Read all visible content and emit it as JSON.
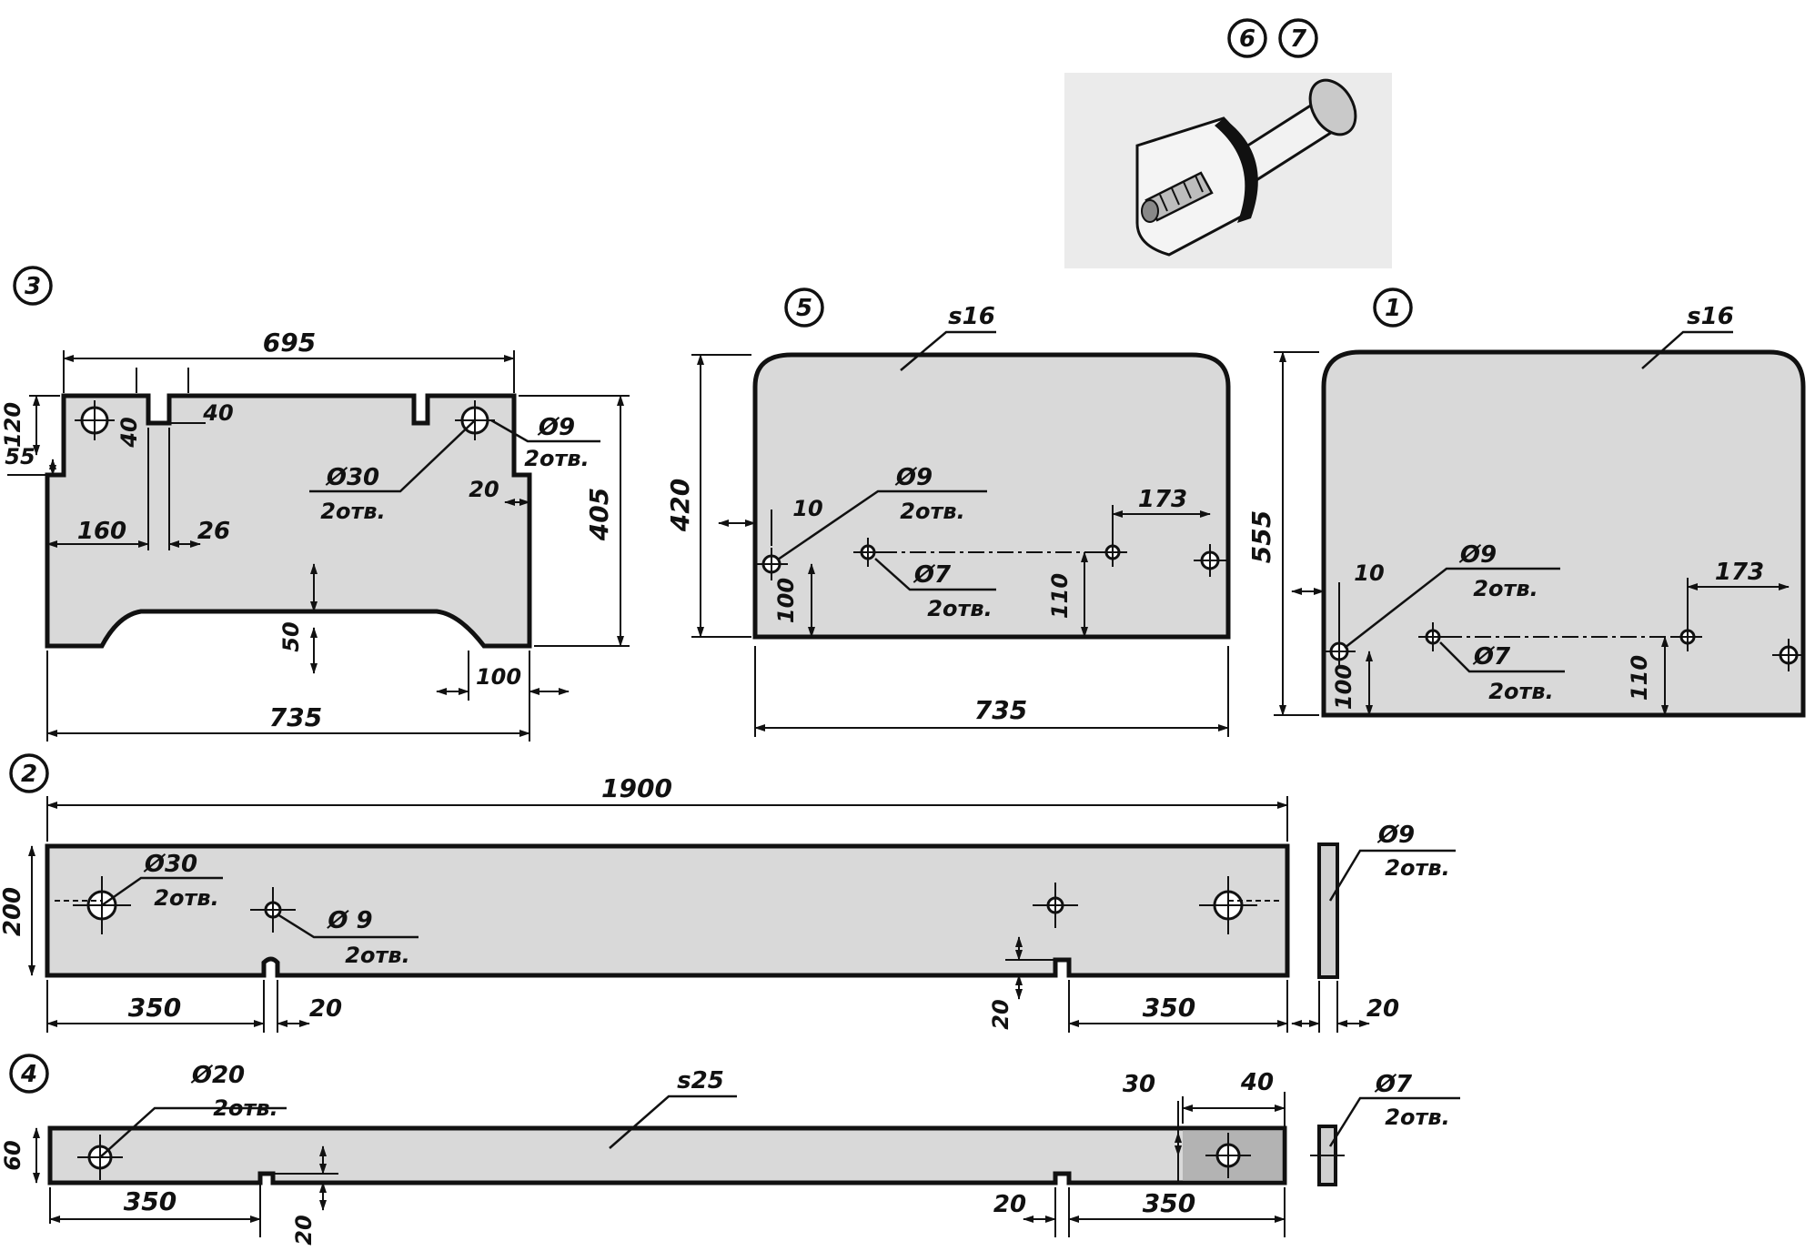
{
  "parts": {
    "p1": "1",
    "p2": "2",
    "p3": "3",
    "p4": "4",
    "p5": "5",
    "p6": "6",
    "p7": "7"
  },
  "dims": {
    "part3": {
      "top_width": "695",
      "bottom_width": "735",
      "height": "405",
      "left_top": "120",
      "left_step": "55",
      "slot_depth": "40",
      "slot_depth_v": "40",
      "hole_offset": "160",
      "slot_width": "26",
      "side_step": "20",
      "arch_height": "50",
      "foot_width": "100",
      "hole_big": "Ø30",
      "hole_big_count": "2отв.",
      "hole_small": "Ø9",
      "hole_small_count": "2отв."
    },
    "part5": {
      "thickness": "s16",
      "height": "420",
      "width": "735",
      "edge": "10",
      "hole_a": "Ø9",
      "hole_a_count": "2отв.",
      "hole_b": "Ø7",
      "hole_b_count": "2отв.",
      "hole_y": "100",
      "hole_y2": "110",
      "right_offset": "173"
    },
    "part1": {
      "thickness": "s16",
      "height": "555",
      "edge": "10",
      "hole_a": "Ø9",
      "hole_a_count": "2отв.",
      "hole_b": "Ø7",
      "hole_b_count": "2отв.",
      "hole_y": "100",
      "hole_y2": "110",
      "right_offset": "173"
    },
    "part2": {
      "length": "1900",
      "height": "200",
      "hole_big": "Ø30",
      "hole_big_count": "2отв.",
      "hole_small": "Ø 9",
      "hole_small_count": "2отв.",
      "side_hole": "Ø9",
      "side_hole_count": "2отв.",
      "left_offset": "350",
      "slot_width": "20",
      "slot_depth": "20",
      "right_offset": "350",
      "side_thickness": "20"
    },
    "part4": {
      "thickness": "s25",
      "height": "60",
      "hole": "Ø20",
      "hole_count": "2отв.",
      "hole_side": "Ø7",
      "hole_side_count": "2отв.",
      "dim30": "30",
      "dim40": "40",
      "left_offset": "350",
      "slot_depth": "20",
      "slot_width": "20",
      "right_offset": "350"
    }
  }
}
